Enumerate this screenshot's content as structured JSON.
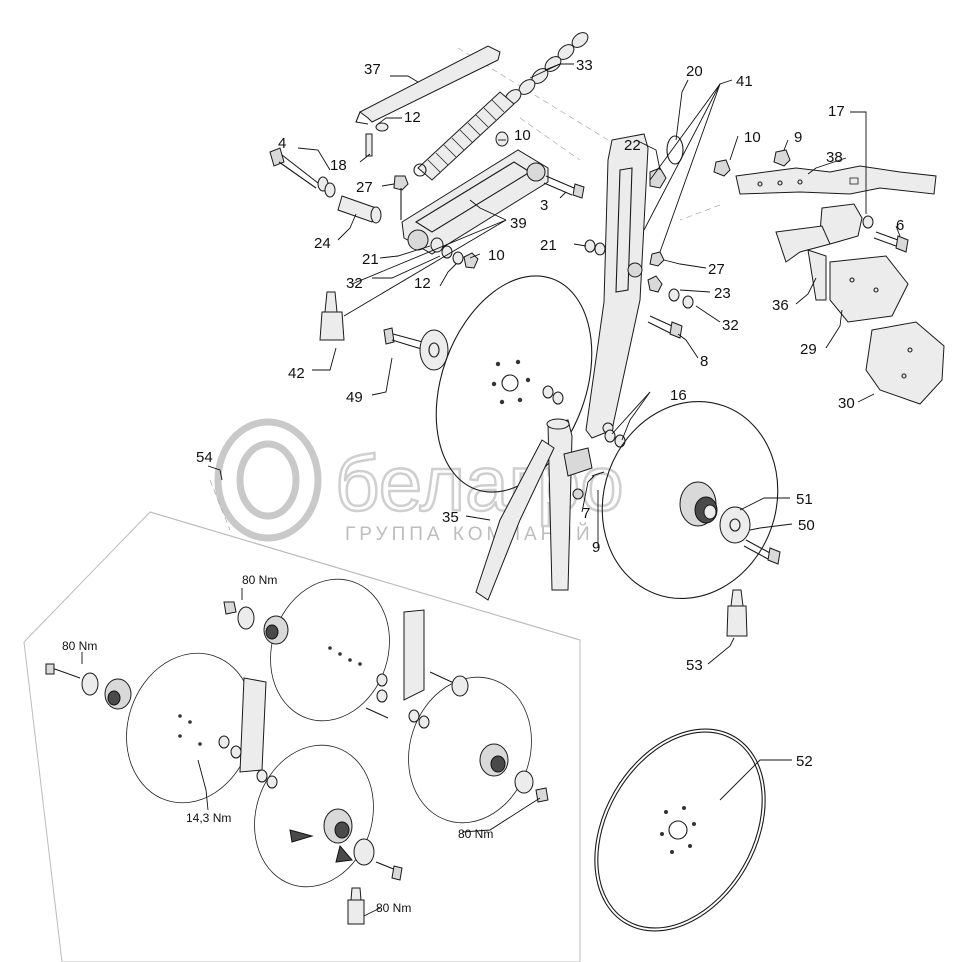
{
  "watermark": {
    "brand": "белагро",
    "subtitle": "ГРУППА КОМПАНИЙ"
  },
  "callouts": {
    "c4": "4",
    "c18": "18",
    "c37": "37",
    "c12a": "12",
    "c27a": "27",
    "c24": "24",
    "c21a": "21",
    "c32a": "32",
    "c12b": "12",
    "c10a": "10",
    "c39": "39",
    "c3": "3",
    "c10b": "10",
    "c33": "33",
    "c42": "42",
    "c49": "49",
    "c20": "20",
    "c41": "41",
    "c22": "22",
    "c21b": "21",
    "c27b": "27",
    "c23": "23",
    "c32b": "32",
    "c8": "8",
    "c16": "16",
    "c7": "7",
    "c9a": "9",
    "c35": "35",
    "c10c": "10",
    "c9b": "9",
    "c38": "38",
    "c17": "17",
    "c6": "6",
    "c36": "36",
    "c29": "29",
    "c30": "30",
    "c54": "54",
    "c51": "51",
    "c50": "50",
    "c53": "53",
    "c52": "52"
  },
  "torques": {
    "t1": "80 Nm",
    "t2": "80 Nm",
    "t3": "14,3 Nm",
    "t4": "80 Nm",
    "t5": "80 Nm"
  },
  "icons": [
    "bolt-icon",
    "nut-icon",
    "washer-icon",
    "spring-icon",
    "chain-icon",
    "disc-icon",
    "hub-icon",
    "grease-tube-icon",
    "scraper-icon"
  ]
}
